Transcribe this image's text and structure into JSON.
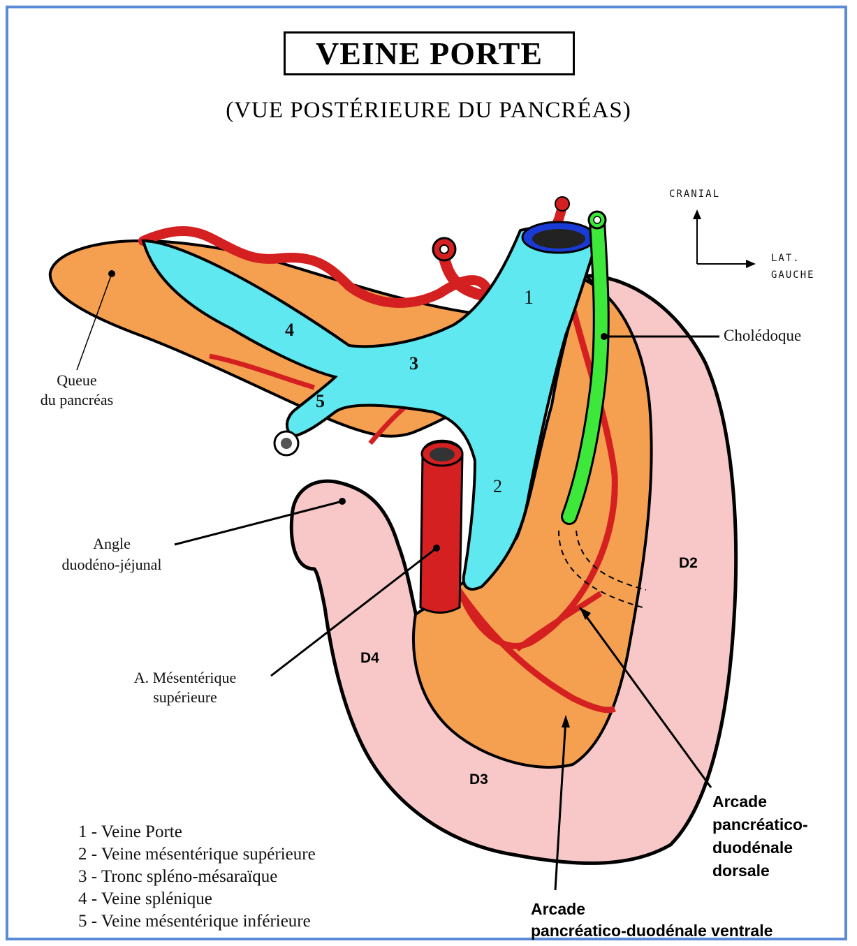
{
  "title": "VEINE PORTE",
  "subtitle": "(VUE POSTÉRIEURE DU PANCRÉAS)",
  "orientation": {
    "up": "CRANIAL",
    "right_line1": "LAT.",
    "right_line2": "GAUCHE"
  },
  "labels": {
    "choledoque": "Cholédoque",
    "queue_line1": "Queue",
    "queue_line2": "du pancréas",
    "angle_line1": "Angle",
    "angle_line2": "duodéno-jéjunal",
    "ams_line1": "A. Mésentérique",
    "ams_line2": "supérieure",
    "d2": "D2",
    "d3": "D3",
    "d4": "D4",
    "arcade_dorsale_line1": "Arcade",
    "arcade_dorsale_line2": "pancréatico-",
    "arcade_dorsale_line3": "duodénale",
    "arcade_dorsale_line4": "dorsale",
    "arcade_ventrale_line1": "Arcade",
    "arcade_ventrale_line2": "pancréatico-duodénale ventrale"
  },
  "numbers": {
    "n1": "1",
    "n2": "2",
    "n3": "3",
    "n4": "4",
    "n5": "5"
  },
  "legend": [
    "1 - Veine Porte",
    "2 - Veine mésentérique supérieure",
    "3 - Tronc spléno-mésaraïque",
    "4 - Veine splénique",
    "5 - Veine mésentérique inférieure"
  ],
  "colors": {
    "pancreas": "#f5a050",
    "duodenum": "#f8c8c8",
    "vein": "#5fe8f0",
    "artery": "#d42020",
    "bile_duct": "#3ee83a",
    "frame": "#5b8bd6"
  }
}
